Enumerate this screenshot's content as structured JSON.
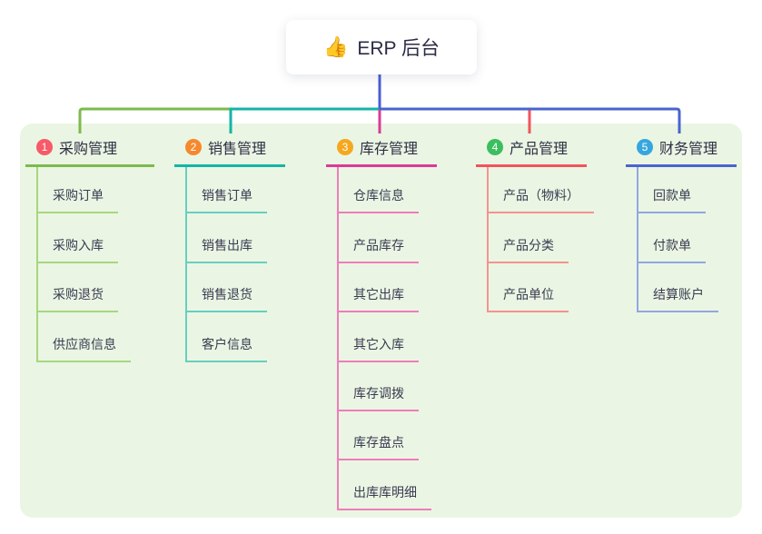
{
  "root": {
    "icon": "👍",
    "title": "ERP 后台"
  },
  "trunk_color": "#4A5ED6",
  "panel_color": "#EAF6E3",
  "branches": [
    {
      "num": "1",
      "label": "采购管理",
      "badge_color": "#F75A68",
      "line_color": "#7CBA4E",
      "light_color": "#A6D77F",
      "children": [
        "采购订单",
        "采购入库",
        "采购退货",
        "供应商信息"
      ]
    },
    {
      "num": "2",
      "label": "销售管理",
      "badge_color": "#F6882E",
      "line_color": "#13B5A6",
      "light_color": "#66CFC1",
      "children": [
        "销售订单",
        "销售出库",
        "销售退货",
        "客户信息"
      ]
    },
    {
      "num": "3",
      "label": "库存管理",
      "badge_color": "#F5A81F",
      "line_color": "#DB3A98",
      "light_color": "#EF7DBB",
      "children": [
        "仓库信息",
        "产品库存",
        "其它出库",
        "其它入库",
        "库存调拨",
        "库存盘点",
        "出库库明细"
      ]
    },
    {
      "num": "4",
      "label": "产品管理",
      "badge_color": "#3CBE5F",
      "line_color": "#F2545C",
      "light_color": "#F5938F",
      "children": [
        "产品（物料）",
        "产品分类",
        "产品单位"
      ]
    },
    {
      "num": "5",
      "label": "财务管理",
      "badge_color": "#36A6DE",
      "line_color": "#4A64CE",
      "light_color": "#92A7E2",
      "children": [
        "回款单",
        "付款单",
        "结算账户"
      ]
    }
  ]
}
